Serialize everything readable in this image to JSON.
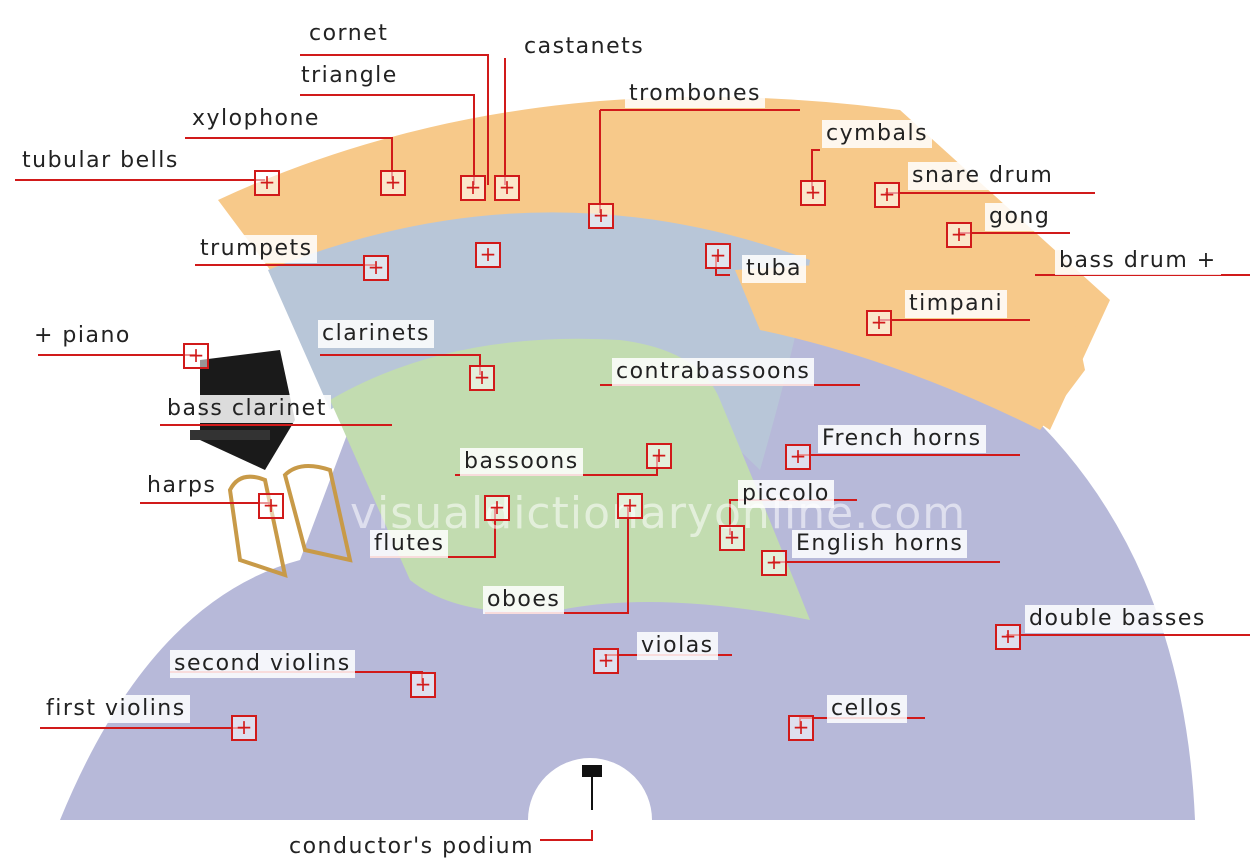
{
  "watermark": "visualdictionaryonline.com",
  "colors": {
    "percussion": "#f7c98a",
    "brass": "#b8c6d8",
    "woodwinds": "#c2dcb0",
    "strings": "#b7b9d9",
    "callout": "#d11a1a"
  },
  "labels": {
    "cornet": "cornet",
    "castanets": "castanets",
    "triangle": "triangle",
    "trombones": "trombones",
    "xylophone": "xylophone",
    "cymbals": "cymbals",
    "tubular_bells": "tubular bells",
    "snare_drum": "snare drum",
    "gong": "gong",
    "bass_drum": "bass drum +",
    "trumpets": "trumpets",
    "tuba": "tuba",
    "timpani": "timpani",
    "piano": "+ piano",
    "clarinets": "clarinets",
    "contrabassoons": "contrabassoons",
    "bass_clarinet": "bass clarinet",
    "french_horns": "French horns",
    "bassoons": "bassoons",
    "harps": "harps",
    "piccolo": "piccolo",
    "flutes": "flutes",
    "english_horns": "English horns",
    "oboes": "oboes",
    "double_basses": "double basses",
    "violas": "violas",
    "second_violins": "second violins",
    "first_violins": "first violins",
    "cellos": "cellos",
    "conductors_podium": "conductor's podium"
  },
  "plus_symbol": "+"
}
